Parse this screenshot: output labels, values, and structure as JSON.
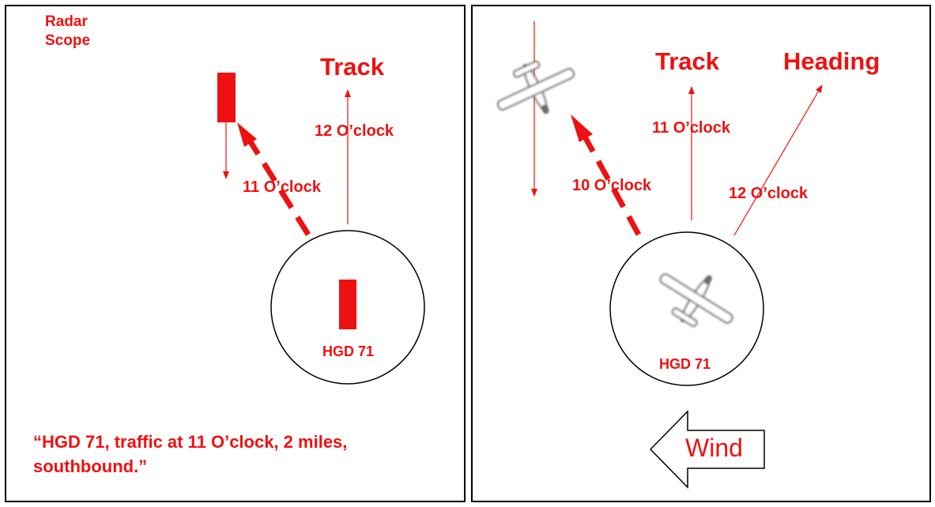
{
  "colors": {
    "accent": "#ee1111",
    "line": "#000000",
    "plane": "#9a9a9a"
  },
  "left_panel": {
    "scope_label_line1": "Radar",
    "scope_label_line2": "Scope",
    "track_label": "Track",
    "track_clock": "12 O’clock",
    "traffic_clock": "11 O’clock",
    "callsign": "HGD 71",
    "transmission": "“HGD 71, traffic at 11 O’clock, 2 miles, southbound.”"
  },
  "right_panel": {
    "track_label": "Track",
    "heading_label": "Heading",
    "track_clock": "11 O’clock",
    "heading_clock": "12 O’clock",
    "traffic_clock": "10 O’clock",
    "callsign": "HGD 71",
    "wind_label": "Wind",
    "icons": [
      "airplane-icon",
      "airplane-icon"
    ]
  }
}
